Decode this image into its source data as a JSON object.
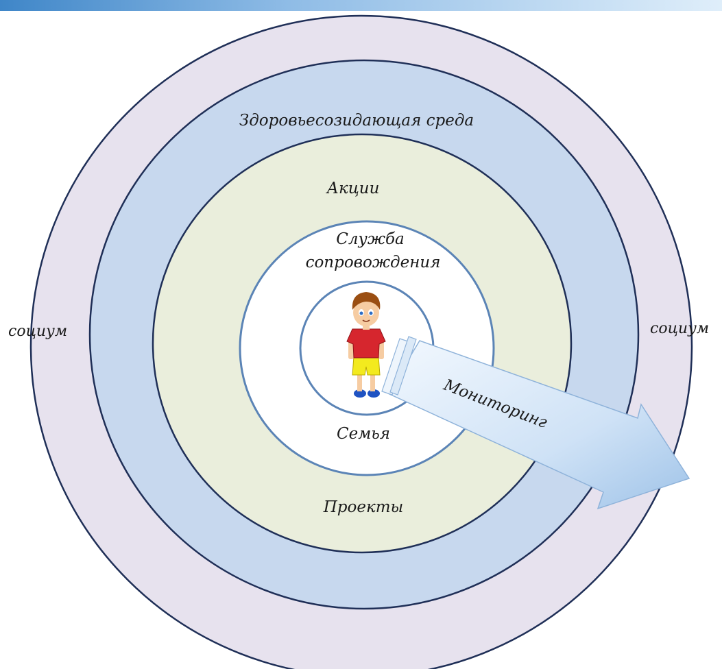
{
  "diagram": {
    "rings": {
      "outer": "социум",
      "outer_right": "социум",
      "second": "Здоровьесозидающая среда",
      "third_top": "Акции",
      "third_bottom": "Проекты",
      "fourth_line1": "Служба",
      "fourth_line2": "сопровождения",
      "inner_bottom": "Семья"
    },
    "arrow": {
      "label": "Мониторинг"
    },
    "center": {
      "figure": "child-icon"
    },
    "colors": {
      "outer_fill": "#e7e2ee",
      "second_fill": "#c7d8ee",
      "third_fill": "#eaeedc",
      "inner_fill": "#ffffff",
      "stroke_dark": "#1f2f57",
      "stroke_blue": "#5b84b6",
      "arrow_fill": "#cfe2f6"
    }
  }
}
